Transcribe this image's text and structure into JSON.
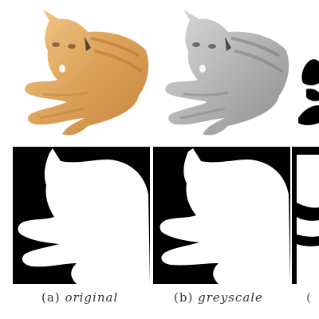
{
  "captions": [
    {
      "label": "(a)",
      "text": "original"
    },
    {
      "label": "(b)",
      "text": "greyscale"
    },
    {
      "label": "(",
      "text": ""
    }
  ],
  "colors": {
    "cat_orange_light": "#f0c07a",
    "cat_orange_mid": "#d99c4c",
    "cat_orange_dark": "#b8742e",
    "cat_grey_light": "#d6d6d6",
    "cat_grey_mid": "#a8a8a8",
    "cat_grey_dark": "#7a7a7a",
    "mask_bg": "#000000",
    "mask_fg": "#ffffff"
  }
}
